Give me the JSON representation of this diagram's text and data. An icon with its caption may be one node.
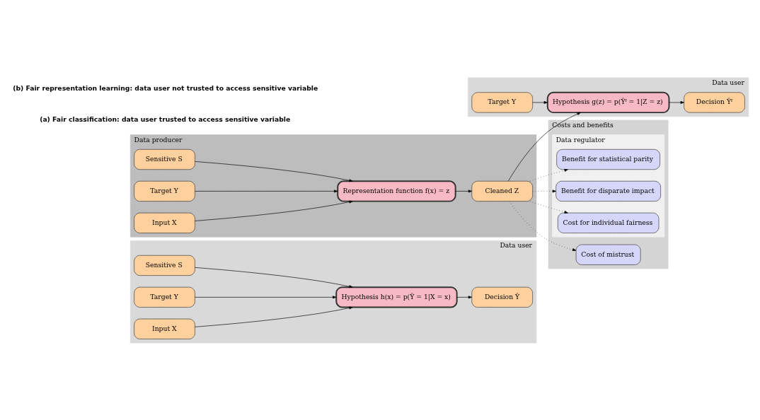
{
  "diagram": {
    "nodes": [
      {
        "text": [
          "Data user"
        ]
      },
      {
        "text": [
          "Sensitive S"
        ],
        "in": 0
      },
      {
        "text": [
          "Target Y"
        ],
        "in": 0
      },
      {
        "text": [
          "Input X"
        ],
        "in": 0
      },
      {
        "text": [
          "Hypothesis h(x) = p(Ŷ = 1|X = x)"
        ],
        "in": 0
      },
      {
        "text": [
          "Decision Ŷ"
        ],
        "in": 0
      },
      {
        "text": [
          "Data producer"
        ]
      },
      {
        "text": [
          "Sensitive S"
        ],
        "in": 6
      },
      {
        "text": [
          "Target Y"
        ],
        "in": 6
      },
      {
        "text": [
          "Input X"
        ],
        "in": 6
      },
      {
        "text": [
          "Representation function f(x) = z"
        ],
        "in": 6
      },
      {
        "text": [
          "Cleaned Z"
        ],
        "in": 6
      },
      {
        "text": [
          "Data user"
        ]
      },
      {
        "text": [
          "Target Y"
        ],
        "in": 12
      },
      {
        "text": [
          "Hypothesis g(z) = p(Ŷᶠ = 1|Z = z)"
        ],
        "in": 12
      },
      {
        "text": [
          "Decision Ŷᶠ"
        ],
        "in": 12
      },
      {
        "text": [
          "Costs and benefits"
        ]
      },
      {
        "text": [
          "Data regulator"
        ],
        "in": 16
      },
      {
        "text": [
          "Benefit for statistical parity"
        ],
        "in": 17
      },
      {
        "text": [
          "Benefit for disparate impact"
        ],
        "in": 17
      },
      {
        "text": [
          "Cost for individual fairness"
        ],
        "in": 17
      },
      {
        "text": [
          "Cost of mistrust"
        ],
        "in": 16
      }
    ],
    "edges": [
      {
        "from": 1,
        "to": 4,
        "arrow": "to"
      },
      {
        "from": 2,
        "to": 4,
        "arrow": "to"
      },
      {
        "from": 3,
        "to": 4,
        "arrow": "to"
      },
      {
        "from": 4,
        "to": 5,
        "arrow": "to"
      },
      {
        "from": 7,
        "to": 10,
        "arrow": "to"
      },
      {
        "from": 8,
        "to": 10,
        "arrow": "to"
      },
      {
        "from": 9,
        "to": 10,
        "arrow": "to"
      },
      {
        "from": 10,
        "to": 11,
        "arrow": "to"
      },
      {
        "from": 11,
        "to": 14,
        "arrow": "to"
      },
      {
        "from": 13,
        "to": 14,
        "arrow": "to"
      },
      {
        "from": 14,
        "to": 15,
        "arrow": "to"
      },
      {
        "from": 11,
        "to": 18,
        "arrow": "to",
        "style": "dashed"
      },
      {
        "from": 11,
        "to": 19,
        "arrow": "to",
        "style": "dashed"
      },
      {
        "from": 11,
        "to": 20,
        "arrow": "to",
        "style": "dashed"
      },
      {
        "from": 11,
        "to": 21,
        "arrow": "to",
        "style": "dashed"
      }
    ],
    "labels": [
      "(a) Fair classification: data user trusted to access sensitive variable",
      "(b) Fair representation learning: data user not trusted to access sensitive variable"
    ]
  }
}
